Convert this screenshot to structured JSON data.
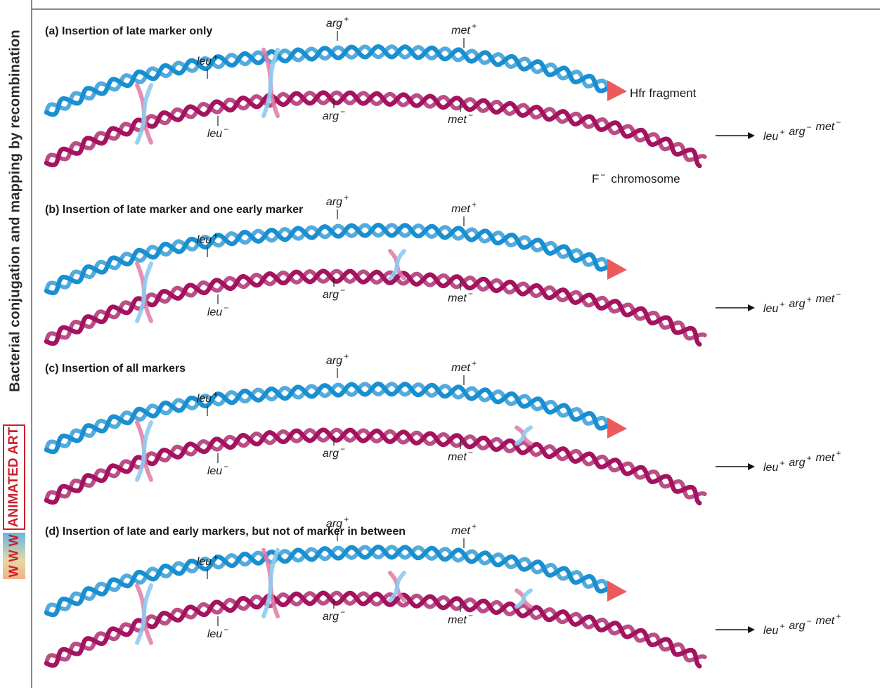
{
  "sidebar": {
    "title": "Bacterial conjugation and mapping by recombination",
    "badge": "ANIMATED ART",
    "www": "W W W"
  },
  "colors": {
    "hfr_strand": "#1a8fd0",
    "hfr_strand_pale": "#8ecbf0",
    "f_strand": "#a3135f",
    "f_strand_pale": "#e07aa5",
    "arrowhead": "#ec5b5b"
  },
  "labels": {
    "hfr_fragment": "Hfr fragment",
    "f_chromosome": "chromosome",
    "f_letter": "F"
  },
  "panels": [
    {
      "title": "(a) Insertion of late marker only",
      "hfr": [
        {
          "g": "leu",
          "s": "+"
        },
        {
          "g": "arg",
          "s": "+"
        },
        {
          "g": "met",
          "s": "+"
        }
      ],
      "recipient": [
        {
          "g": "leu",
          "s": "−"
        },
        {
          "g": "arg",
          "s": "−"
        },
        {
          "g": "met",
          "s": "−"
        }
      ],
      "result": [
        {
          "g": "leu",
          "s": "+"
        },
        {
          "g": "arg",
          "s": "−"
        },
        {
          "g": "met",
          "s": "−"
        }
      ]
    },
    {
      "title": "(b) Insertion of late marker and one early marker",
      "hfr": [
        {
          "g": "leu",
          "s": "+"
        },
        {
          "g": "arg",
          "s": "+"
        },
        {
          "g": "met",
          "s": "+"
        }
      ],
      "recipient": [
        {
          "g": "leu",
          "s": "−"
        },
        {
          "g": "arg",
          "s": "−"
        },
        {
          "g": "met",
          "s": "−"
        }
      ],
      "result": [
        {
          "g": "leu",
          "s": "+"
        },
        {
          "g": "arg",
          "s": "+"
        },
        {
          "g": "met",
          "s": "−"
        }
      ]
    },
    {
      "title": "(c) Insertion of all markers",
      "hfr": [
        {
          "g": "leu",
          "s": "+"
        },
        {
          "g": "arg",
          "s": "+"
        },
        {
          "g": "met",
          "s": "+"
        }
      ],
      "recipient": [
        {
          "g": "leu",
          "s": "−"
        },
        {
          "g": "arg",
          "s": "−"
        },
        {
          "g": "met",
          "s": "−"
        }
      ],
      "result": [
        {
          "g": "leu",
          "s": "+"
        },
        {
          "g": "arg",
          "s": "+"
        },
        {
          "g": "met",
          "s": "+"
        }
      ]
    },
    {
      "title": "(d) Insertion of late and early markers, but not of marker in between",
      "hfr": [
        {
          "g": "leu",
          "s": "+"
        },
        {
          "g": "arg",
          "s": "+"
        },
        {
          "g": "met",
          "s": "+"
        }
      ],
      "recipient": [
        {
          "g": "leu",
          "s": "−"
        },
        {
          "g": "arg",
          "s": "−"
        },
        {
          "g": "met",
          "s": "−"
        }
      ],
      "result": [
        {
          "g": "leu",
          "s": "+"
        },
        {
          "g": "arg",
          "s": "−"
        },
        {
          "g": "met",
          "s": "+"
        }
      ]
    }
  ]
}
